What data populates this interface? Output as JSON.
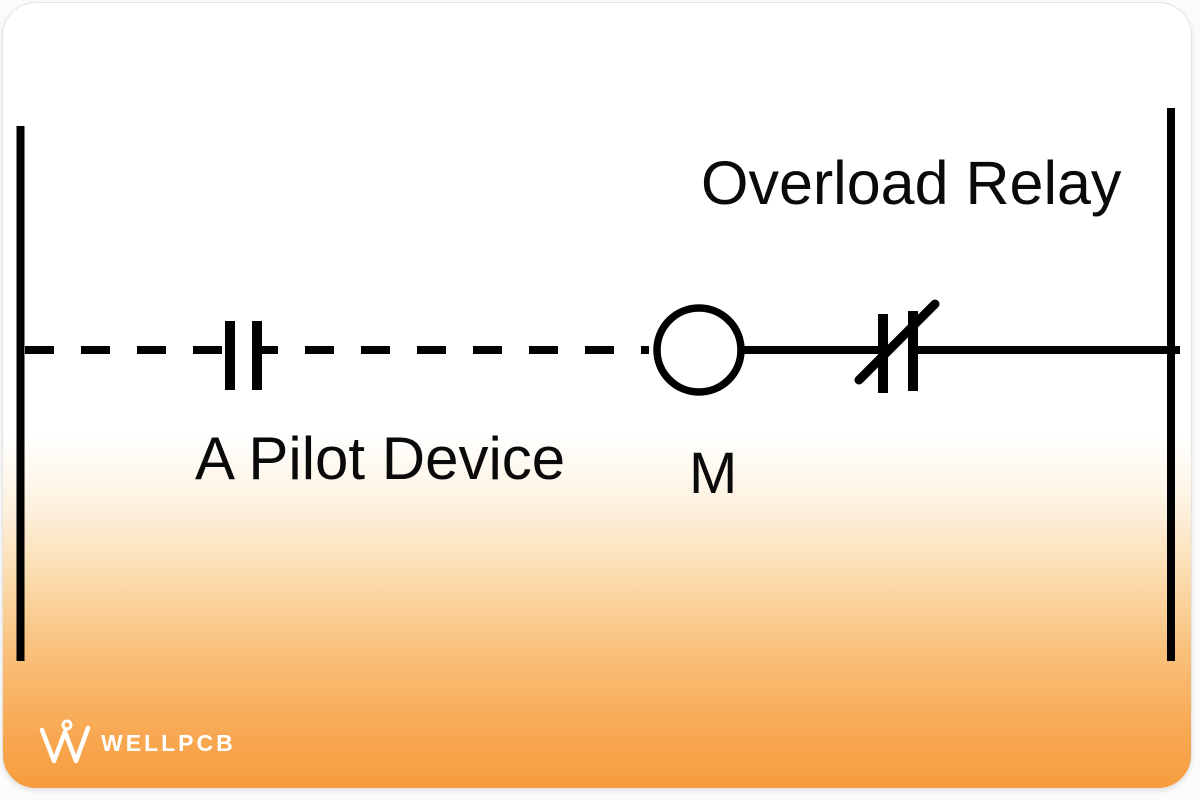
{
  "diagram": {
    "overload_relay_label": "Overload Relay",
    "pilot_device_label": "A Pilot Device",
    "coil_label": "M"
  },
  "branding": {
    "logo_text": "WELLPCB",
    "logo_icon": "wellpcb-w-icon"
  },
  "colors": {
    "line": "#000000",
    "label_text": "#0a0a0a",
    "card_gradient_top": "#ffffff",
    "card_gradient_bottom": "#f79c3e",
    "logo_color": "#ffffff"
  }
}
